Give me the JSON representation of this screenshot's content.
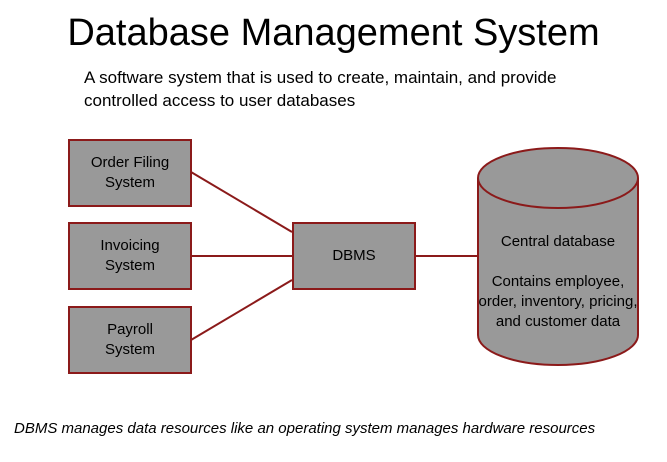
{
  "title": "Database Management System",
  "subtitle": "A software system that is used to create, maintain, and provide controlled access to user databases",
  "systems": [
    {
      "label": "Order Filing\nSystem"
    },
    {
      "label": "Invoicing\nSystem"
    },
    {
      "label": "Payroll\nSystem"
    }
  ],
  "dbms": {
    "label": "DBMS"
  },
  "database": {
    "name": "Central database",
    "description": "Contains employee, order, inventory, pricing, and customer data"
  },
  "footer": "DBMS manages data resources like an operating system manages hardware resources",
  "colors": {
    "box_fill": "#999999",
    "border": "#8b1a1a"
  }
}
